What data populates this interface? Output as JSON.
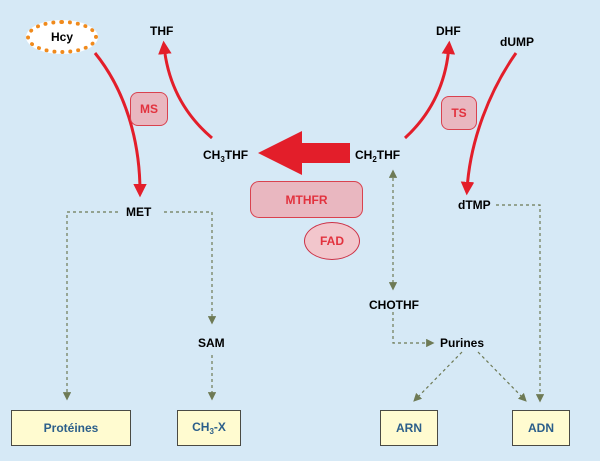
{
  "nodes": {
    "hcy": "Hcy",
    "thf": "THF",
    "dhf": "DHF",
    "dump": "dUMP",
    "ch3thf_main": "CH",
    "ch3thf_sub": "3",
    "ch3thf_tail": "THF",
    "ch2thf_main": "CH",
    "ch2thf_sub": "2",
    "ch2thf_tail": "THF",
    "met": "MET",
    "dtmp": "dTMP",
    "sam": "SAM",
    "chothf": "CHOTHF",
    "purines": "Purines"
  },
  "enzymes": {
    "ms": "MS",
    "ts": "TS",
    "mthfr": "MTHFR",
    "fad": "FAD"
  },
  "outputs": {
    "proteines": "Protéines",
    "ch3x_main": "CH",
    "ch3x_sub": "3",
    "ch3x_tail": "-X",
    "arn": "ARN",
    "adn": "ADN"
  },
  "colors": {
    "background": "#d6e9f6",
    "red_arrow": "#e31e2a",
    "dashed_arrow": "#6e7a55",
    "enzyme_fill": "#e9b7c0",
    "enzyme_text": "#e2323e",
    "hcy_border": "#f08a1c",
    "output_fill": "#fffbd0",
    "output_text": "#2b5e8a"
  }
}
